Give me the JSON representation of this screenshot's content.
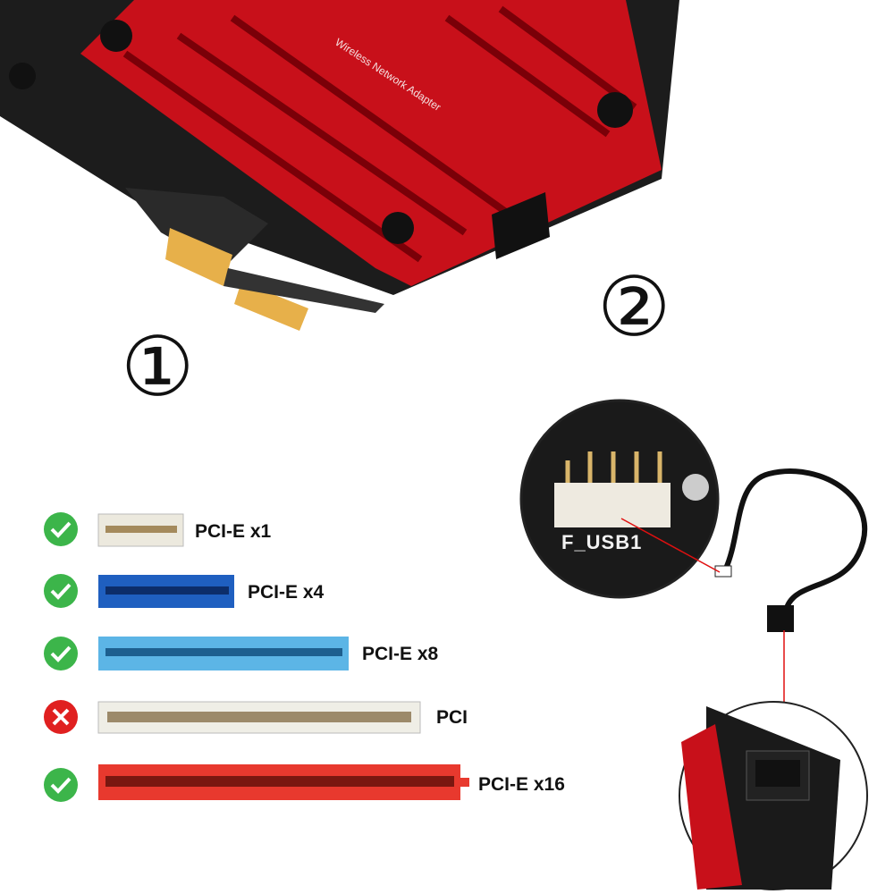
{
  "card": {
    "heatsink_text": "Wireless Network Adapter"
  },
  "steps": {
    "step1": "①",
    "step2": "②"
  },
  "slots": [
    {
      "label": "PCI-E x1",
      "compatible": true,
      "color": "#e9e6dc"
    },
    {
      "label": "PCI-E x4",
      "compatible": true,
      "color": "#1f5fc0"
    },
    {
      "label": "PCI-E x8",
      "compatible": true,
      "color": "#5cb5e6"
    },
    {
      "label": "PCI",
      "compatible": false,
      "color": "#efeee6"
    },
    {
      "label": "PCI-E x16",
      "compatible": true,
      "color": "#e8392e"
    }
  ],
  "header": {
    "label": "F_USB1"
  },
  "colors": {
    "check": "#3cb54a",
    "cross": "#e02020",
    "heatsink": "#d8141c",
    "pointer": "#e01010"
  }
}
